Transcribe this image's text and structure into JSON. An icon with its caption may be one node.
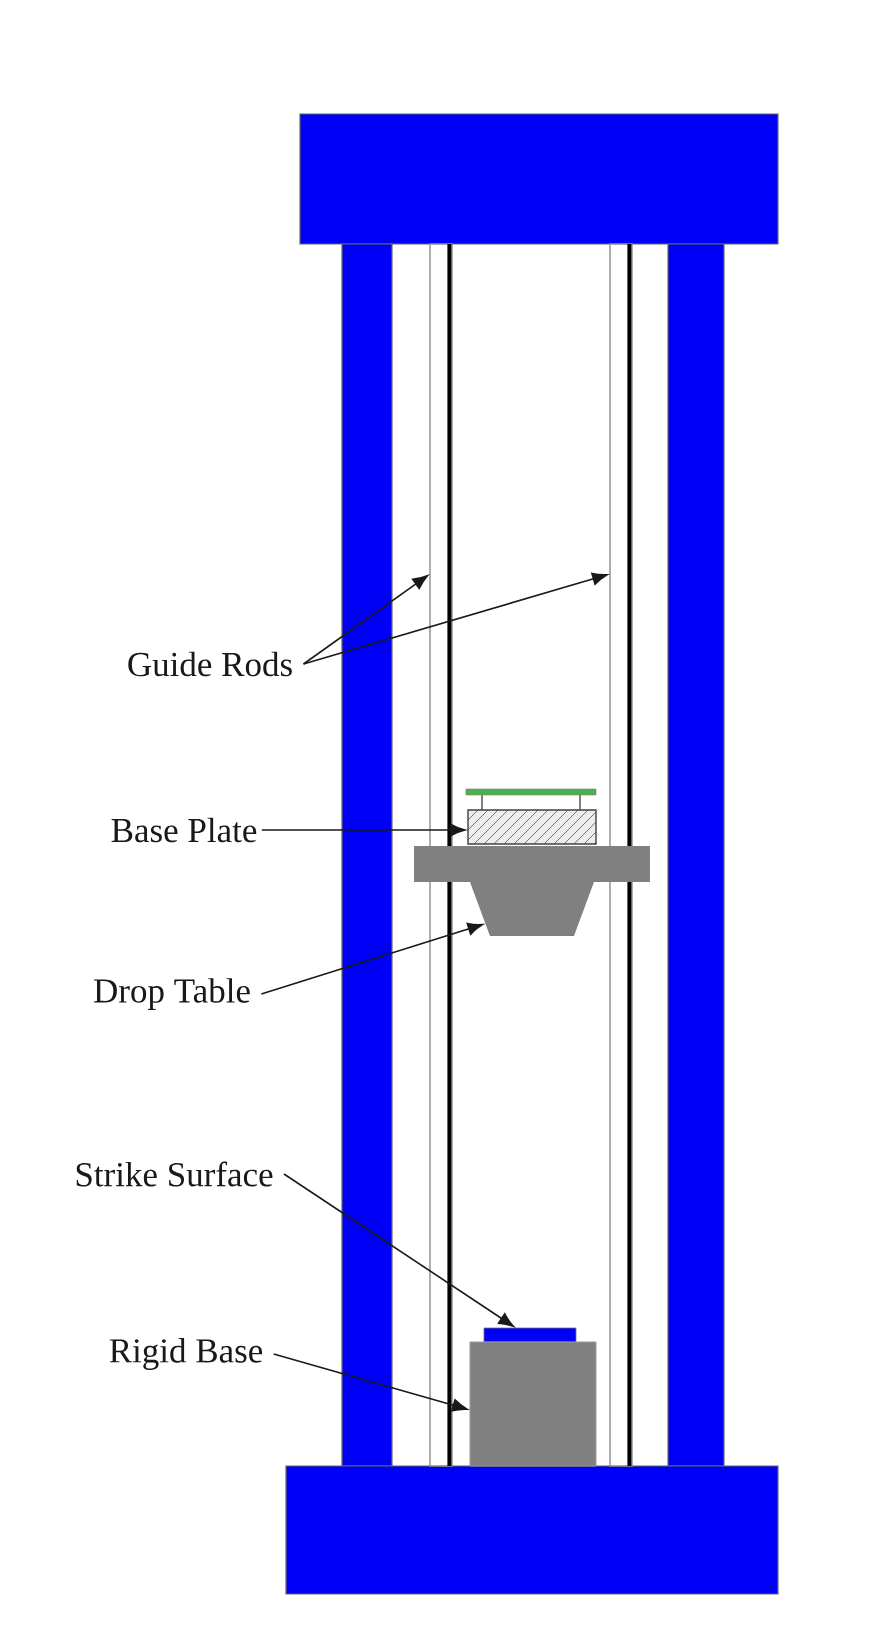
{
  "diagram": {
    "nodes": [
      {
        "text": [
          "Guide Rods"
        ]
      },
      {
        "text": [],
        "shape": "bar"
      },
      {
        "text": [],
        "shape": "bar"
      },
      {
        "text": [
          "Base Plate"
        ]
      },
      {
        "text": [],
        "shape": "box"
      },
      {
        "text": [
          "Drop Table"
        ]
      },
      {
        "text": [],
        "shape": "bar"
      },
      {
        "text": [],
        "shape": "trapezoid"
      },
      {
        "text": [
          "Strike Surface"
        ]
      },
      {
        "text": [],
        "shape": "bar"
      },
      {
        "text": [
          "Rigid Base"
        ]
      },
      {
        "text": [],
        "shape": "box"
      }
    ],
    "edges": [
      {
        "from": 0,
        "to": 1,
        "arrow": "to"
      },
      {
        "from": 0,
        "to": 2,
        "arrow": "to"
      },
      {
        "from": 3,
        "to": 4,
        "arrow": "to"
      },
      {
        "from": 5,
        "to": 7,
        "arrow": "to"
      },
      {
        "from": 8,
        "to": 9,
        "arrow": "to"
      },
      {
        "from": 10,
        "to": 11,
        "arrow": "to"
      }
    ]
  }
}
